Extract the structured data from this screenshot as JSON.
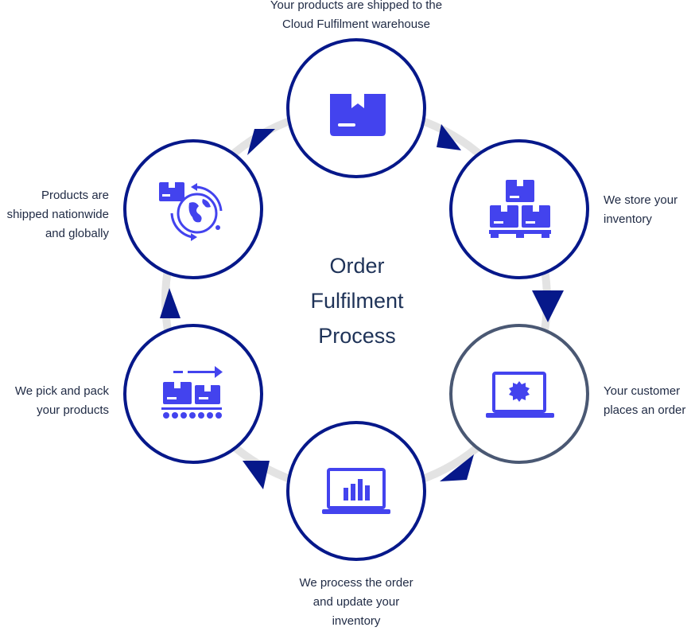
{
  "title": {
    "line1": "Order",
    "line2": "Fulfilment",
    "line3": "Process"
  },
  "colors": {
    "ring": "#e3e3e3",
    "circle_stroke": "#06188a",
    "circle_stroke_active": "#4a5873",
    "arrow": "#06188a",
    "icon": "#4343ee",
    "text": "#1f2a44"
  },
  "steps": [
    {
      "id": "shipped-to-warehouse",
      "icon": "box-icon",
      "label": [
        "Your products are shipped to the",
        "Cloud Fulfilment warehouse"
      ]
    },
    {
      "id": "store-inventory",
      "icon": "stacked-boxes-pallet-icon",
      "label": [
        "We store your",
        "inventory"
      ]
    },
    {
      "id": "customer-order",
      "icon": "laptop-order-icon",
      "label": [
        "Your customer",
        "places an order"
      ]
    },
    {
      "id": "process-order",
      "icon": "laptop-chart-icon",
      "label": [
        "We process the order",
        "and update your",
        "inventory"
      ]
    },
    {
      "id": "pick-pack",
      "icon": "conveyor-boxes-icon",
      "label": [
        "We pick and pack",
        "your products"
      ]
    },
    {
      "id": "ship-global",
      "icon": "global-shipping-icon",
      "label": [
        "Products are",
        "shipped nationwide",
        "and globally"
      ]
    }
  ]
}
